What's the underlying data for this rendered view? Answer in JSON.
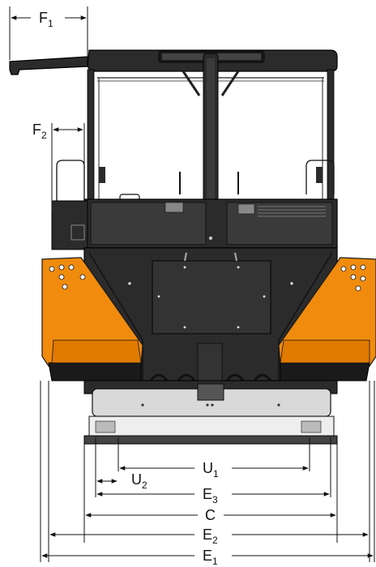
{
  "colors": {
    "machine_body": "#2b2b2b",
    "machine_panel": "#3a3a3a",
    "accent_orange": "#f08b0e",
    "line": "#111111",
    "background": "#ffffff"
  },
  "dimensions": {
    "F1": {
      "letter": "F",
      "sub": "1"
    },
    "F2": {
      "letter": "F",
      "sub": "2"
    },
    "U1": {
      "letter": "U",
      "sub": "1"
    },
    "U2": {
      "letter": "U",
      "sub": "2"
    },
    "E3": {
      "letter": "E",
      "sub": "3"
    },
    "C": {
      "letter": "C",
      "sub": ""
    },
    "E2": {
      "letter": "E",
      "sub": "2"
    },
    "E1": {
      "letter": "E",
      "sub": "1"
    }
  }
}
